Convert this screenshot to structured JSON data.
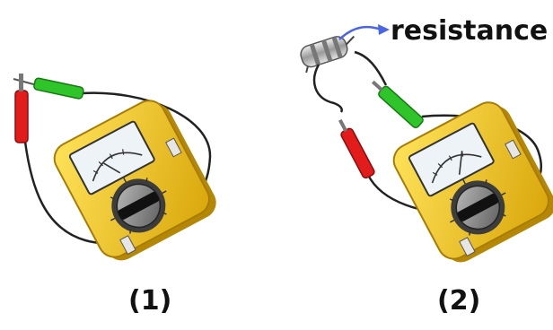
{
  "labels": {
    "resistance": "resistance",
    "figure1": "(1)",
    "figure2": "(2)"
  },
  "colors": {
    "meter_body": "#f2c81a",
    "meter_edge": "#b48806",
    "red_probe": "#e21b1b",
    "green_probe": "#2fc42a",
    "wire": "#222222",
    "arrow": "#4a66e6"
  },
  "icons": [
    "multimeter-icon",
    "resistor-icon",
    "probe-icon"
  ]
}
